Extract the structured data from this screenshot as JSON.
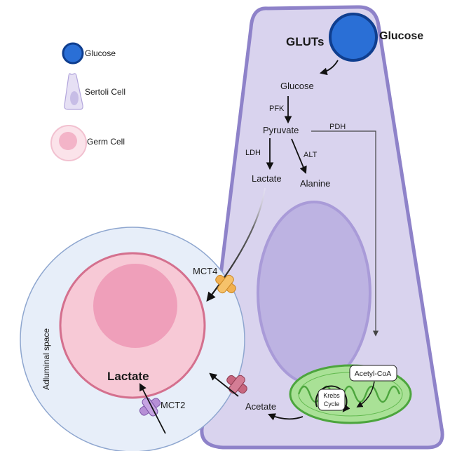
{
  "legend": {
    "items": [
      {
        "label": "Glucose",
        "icon": "glucose-circle",
        "color": "#2a6fd6"
      },
      {
        "label": "Sertoli Cell",
        "icon": "sertoli-cell-shape",
        "color": "#d9d3ee"
      },
      {
        "label": "Germ Cell",
        "icon": "germ-cell-shape",
        "color": "#f7c9d6"
      }
    ]
  },
  "sertoli": {
    "gluts_label": "GLUTs",
    "external_glucose_label": "Glucose",
    "metabolites": {
      "glucose": "Glucose",
      "pyruvate": "Pyruvate",
      "lactate": "Lactate",
      "alanine": "Alanine",
      "acetate": "Acetate"
    },
    "enzymes": {
      "pfk": "PFK",
      "ldh": "LDH",
      "alt": "ALT",
      "pdh": "PDH"
    },
    "transporters": {
      "mct4": "MCT4",
      "mct2": "MCT2"
    },
    "mitochondrion": {
      "acetyl_coa": "Acetyl-CoA",
      "krebs_line1": "Krebs",
      "krebs_line2": "Cycle"
    }
  },
  "germ_cell": {
    "lactate_label": "Lactate",
    "space_label": "Adluminal space"
  },
  "colors": {
    "sertoli_fill": "#d9d3ee",
    "sertoli_stroke": "#8e82c9",
    "nucleus_fill": "#bdb3e2",
    "adluminal_fill": "#e7eef9",
    "germ_fill": "#f7c9d6",
    "germ_nucleus": "#ef9fba",
    "glucose_blue": "#2a6fd6",
    "mito_green": "#7fcf6a",
    "mct4_color": "#f2b04f",
    "mct2_color": "#b68fd6",
    "acetate_transporter": "#c7667f"
  }
}
